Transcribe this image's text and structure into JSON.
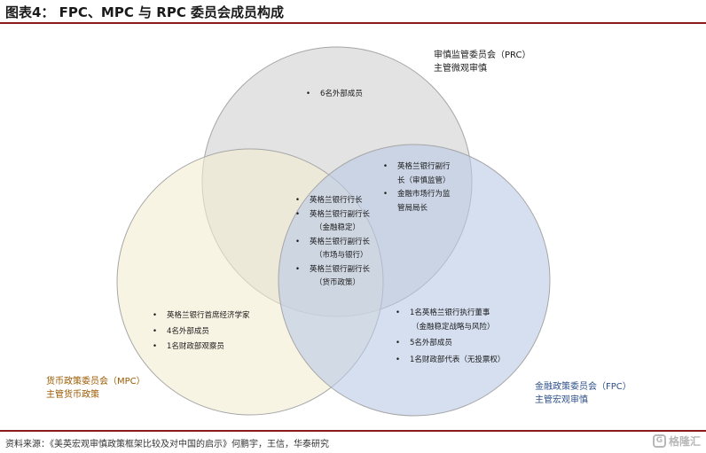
{
  "title": "图表4：  FPC、MPC 与 RPC 委员会成员构成",
  "source": "资料来源：《美英宏观审慎政策框架比较及对中国的启示》何鹏宇，王信，华泰研究",
  "watermark": {
    "icon": "gelonghui-logo-icon",
    "text": "格隆汇"
  },
  "colors": {
    "rpc_fill": "#d9d9d9",
    "mpc_fill": "#f4ecd2",
    "fpc_fill": "#b9c9e6",
    "circle_stroke": "#a6a6a6",
    "rule": "#8b1a1a"
  },
  "labels": {
    "rpc": [
      "审慎监管委员会（PRC）",
      "主管微观审慎"
    ],
    "mpc": [
      "货币政策委员会（MPC）",
      "主管货币政策"
    ],
    "fpc": [
      "金融政策委员会（FPC）",
      "主管宏观审慎"
    ]
  },
  "groups": {
    "rpc_only": [
      "6名外部成员"
    ],
    "rpc_fpc": [
      "英格兰银行副行",
      "长（审慎监管）",
      "金融市场行为监",
      "管局局长"
    ],
    "all_three": [
      "英格兰银行行长",
      "英格兰银行副行长",
      "（金融稳定）",
      "英格兰银行副行长",
      "（市场与银行）",
      "英格兰银行副行长",
      "（货币政策）"
    ],
    "mpc_only": [
      "英格兰银行首席经济学家",
      "4名外部成员",
      "1名财政部观察员"
    ],
    "fpc_only": [
      "1名英格兰银行执行董事",
      "（金融稳定战略与风险）",
      "5名外部成员",
      "1名财政部代表（无投票权）"
    ]
  },
  "bullet": "•"
}
